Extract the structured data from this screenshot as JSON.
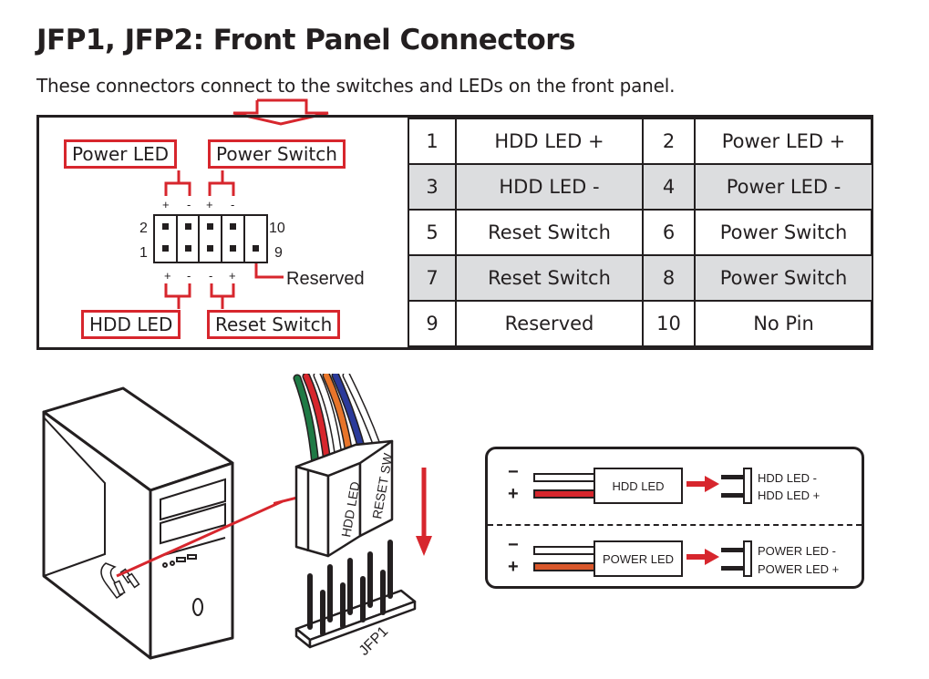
{
  "header": {
    "title": "JFP1, JFP2: Front Panel Connectors",
    "subtitle": "These connectors connect to the switches and LEDs on the front panel."
  },
  "pin_diagram": {
    "labels": {
      "power_led": "Power LED",
      "power_switch": "Power Switch",
      "hdd_led": "HDD LED",
      "reset_switch": "Reset Switch",
      "reserved": "Reserved"
    },
    "pin_numbers": {
      "top_left": "2",
      "bottom_left": "1",
      "top_right": "10",
      "bottom_right": "9"
    },
    "polarity_top": [
      "+",
      "-",
      "+",
      "-"
    ],
    "polarity_bottom": [
      "+",
      "-",
      "-",
      "+"
    ],
    "accent_color": "#d7262d"
  },
  "pin_table": {
    "rows": [
      {
        "pin_a": "1",
        "label_a": "HDD LED +",
        "pin_b": "2",
        "label_b": "Power LED +",
        "shaded": false
      },
      {
        "pin_a": "3",
        "label_a": "HDD LED -",
        "pin_b": "4",
        "label_b": "Power LED -",
        "shaded": true
      },
      {
        "pin_a": "5",
        "label_a": "Reset Switch",
        "pin_b": "6",
        "label_b": "Power Switch",
        "shaded": false
      },
      {
        "pin_a": "7",
        "label_a": "Reset Switch",
        "pin_b": "8",
        "label_b": "Power Switch",
        "shaded": true
      },
      {
        "pin_a": "9",
        "label_a": "Reserved",
        "pin_b": "10",
        "label_b": "No Pin",
        "shaded": false
      }
    ],
    "shade_color": "#dcdddf"
  },
  "illustration": {
    "connector_labels": [
      "HDD LED",
      "RESET SW"
    ],
    "header_label": "JFP1",
    "wire_colors": [
      "#1f7a45",
      "#d7262d",
      "#ffffff",
      "#e8752a",
      "#2b3a9a",
      "#ffffff"
    ]
  },
  "led_legend": {
    "minus": "−",
    "plus": "+",
    "hdd": {
      "plug_label": "HDD LED",
      "pin_minus": "HDD LED -",
      "pin_plus": "HDD LED +",
      "wire_color": "#d7262d"
    },
    "power": {
      "plug_label": "POWER LED",
      "pin_minus": "POWER LED -",
      "pin_plus": "POWER LED +",
      "wire_color": "#d9572b"
    }
  }
}
